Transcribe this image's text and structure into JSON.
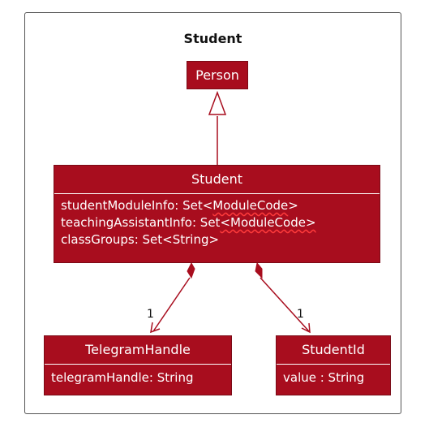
{
  "frame": {
    "title": "Student"
  },
  "person": {
    "name": "Person"
  },
  "student": {
    "name": "Student",
    "attributes": [
      {
        "prefix": "studentModuleInfo: Set<",
        "type": "ModuleCode",
        "suffix": ">"
      },
      {
        "prefix": "teachingAssistantInfo: Set",
        "type": "<ModuleCode>",
        "suffix": ""
      },
      {
        "prefix": "classGroups: Set<String>",
        "type": "",
        "suffix": ""
      }
    ]
  },
  "telegram": {
    "name": "TelegramHandle",
    "attribute": "telegramHandle: String"
  },
  "studentid": {
    "name": "StudentId",
    "attribute": "value : String"
  },
  "links": {
    "telegram_multiplicity": "1",
    "studentid_multiplicity": "1"
  },
  "colors": {
    "class_fill": "#a80d1e",
    "line": "#a80d1e",
    "text": "#ffffff"
  }
}
